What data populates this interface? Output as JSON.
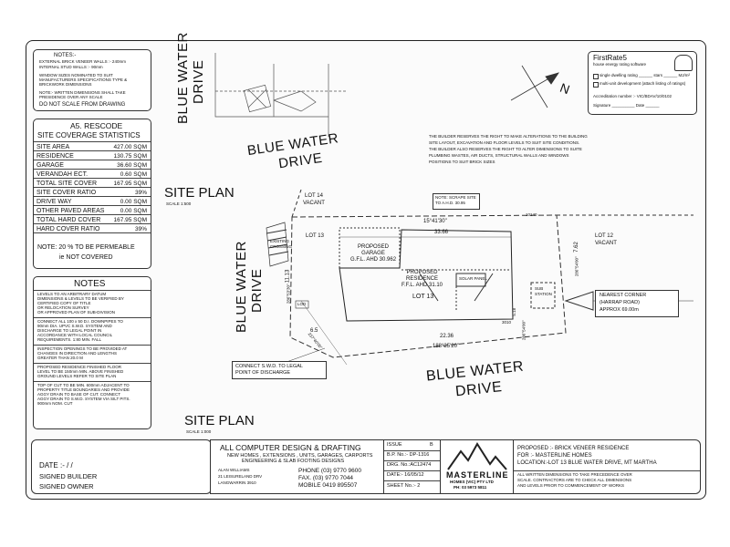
{
  "notes_top": {
    "title": "NOTES:-",
    "lines": [
      "EXTERNAL BRICK VENEER WALLS :- 240mm",
      "INTERNAL STUD WALLS :- 90mm",
      "WINDOW SIZES NOMINATED TO SUIT",
      "MANUFACTURERS SPECIFICATIONS TYPE &",
      "BRICKWORK DIMENSIONS",
      "NOTE:- WRITTEN DIMENSIONS SHALL TAKE",
      "PRESIDENCE OVER ANY SCALE",
      "DO NOT SCALE FROM DRAWING"
    ]
  },
  "rescode": {
    "title1": "A5. RESCODE",
    "title2": "SITE COVERAGE STATISTICS",
    "rows": [
      {
        "label": "SITE AREA",
        "value": "427.00 SQM"
      },
      {
        "label": "RESIDENCE",
        "value": "130.75 SQM"
      },
      {
        "label": "GARAGE",
        "value": "36.60 SQM"
      },
      {
        "label": "VERANDAH ECT.",
        "value": "0.60 SQM"
      },
      {
        "label": "TOTAL SITE COVER",
        "value": "167.95 SQM"
      },
      {
        "label": "SITE COVER RATIO",
        "value": "39%"
      },
      {
        "label": "DRIVE WAY",
        "value": "0.00 SQM"
      },
      {
        "label": "OTHER PAVED AREAS",
        "value": "0.00 SQM"
      },
      {
        "label": "TOTAL HARD COVER",
        "value": "167.95 SQM"
      },
      {
        "label": "HARD COVER RATIO",
        "value": "39%"
      }
    ],
    "note1": "NOTE: 20 % TO BE PERMEABLE",
    "note2": "ie NOT COVERED"
  },
  "notes_main": {
    "title": "NOTES",
    "items": [
      [
        "LEVELS TO AN ARBITRARY DATUM",
        "DIMENSIONS & LEVELS TO BE VERIFIED BY",
        "CERTIFIED COPY OF TITLE",
        "OR RELOCATION SURVEY",
        "OR APPROVED PLAN OF SUB-DIVISION"
      ],
      [
        "CONNECT ALL 100 x 50 D.I. DOWNPIPES TO",
        "90mm DIA. UPVC S.W.D. SYSTEM AND",
        "DISCHARGE TO LEGAL POINT IN",
        "ACCORDANCE WITH LOCAL COUNCIL",
        "REQUIREMENTS. 1:80 MIN. FALL"
      ],
      [
        "INSPECTION OPENINGS TO BE PROVIDED AT",
        "CHANGES IN DIRECTION AND LENGTHS",
        "GREATER THAN 20.0 M"
      ],
      [
        "PROPOSED RESIDENCE FINISHED FLOOR",
        "LEVEL TO BE 150mm MIN. ABOVE FINISHED",
        "GROUND LEVELS REFER TO SITE PLAN"
      ],
      [
        "TOP OF CUT TO BE MIN. 600mm ADJACENT TO",
        "PROPERTY TITLE BOUNDARIES AND PROVIDE",
        "AGGY DRAIN TO BASE OF CUT. CONNECT",
        "AGGY DRAIN TO S.W.D. SYSTEM VIA SILT PITS.",
        "900mm NOM. CUT"
      ]
    ]
  },
  "firstrate": {
    "title": "FirstRate5",
    "subtitle": "house energy rating software",
    "opt1": "single dwelling rating ______ stars ______ MJ/m²",
    "opt2": "multi-unit development (attach listing of ratings)",
    "accred": "Accreditation number :- VIC/BDAV/10/0102",
    "sign": "Signature __________ Date ______"
  },
  "north": {
    "label": "N"
  },
  "builder_note": [
    "THE BUILDER RESERVES THE RIGHT TO MAKE ALTERATIONS TO THE BUILDING",
    "SITE LAYOUT, EXCAVATION AND FLOOR LEVELS TO SUIT SITE CONDITIONS.",
    "THE BUILDER ALSO RESERVES THE RIGHT TO ALTER DIMENSIONS TO SUITE",
    "PLUMBING WASTES, AIR DUCTS, STRUCTURAL WALLS AND WINDOWS",
    "POSITIONS TO SUIT BRICK SIZES"
  ],
  "plan": {
    "street_top_vertical": [
      "BLUE WATER",
      "DRIVE"
    ],
    "street_top_horizontal": [
      "BLUE WATER",
      "DRIVE"
    ],
    "site_plan_1": "SITE PLAN",
    "scale_1": "SCALE 1:500",
    "lot14": [
      "LOT 14",
      "VACANT"
    ],
    "lot13_left": "LOT 13",
    "lot12": [
      "LOT 12",
      "VACANT"
    ],
    "scrape_note": [
      "NOTE: SCRAPE SITE",
      "TO A.H.D. 30.95"
    ],
    "bearing_top": "15°41'30\"",
    "dim_top": "33.66",
    "dim_10140": "10140",
    "bearing_right": "286°54'00\"",
    "dim_right": "7.62",
    "dim_11_13": "11.13",
    "bearing_left": "286°53'30\"",
    "existing_crossing": [
      "EXISTING",
      "CROSSING"
    ],
    "garage": [
      "PROPOSED",
      "GARAGE",
      "G.F.L. AHD 30.962"
    ],
    "residence": [
      "PROPOSED",
      "RESIDENCE",
      "F.F.L. AHD 31.10"
    ],
    "lot13_center": "LOT 13",
    "solar_panel": "SOLAR PANEL",
    "sub_station": [
      "SUB",
      "STATION"
    ],
    "nearest_corner": [
      "NEAREST CORNER",
      "(HARRAP ROAD)",
      "APPROX 69.00m"
    ],
    "dim_bottom": "22.36",
    "bearing_bottom": "188°25'20\"",
    "dim_6_5": "6.5",
    "bearing_diag": "237°40'00\"",
    "dim_3010": "3010",
    "dim_5_18": "5.18",
    "bearing_5_18": "286°54'00\"",
    "connect_swd": [
      "CONNECT S.W.D. TO LEGAL",
      "POINT OF DISCHARGE"
    ],
    "street_left": [
      "BLUE WATER",
      "DRIVE"
    ],
    "street_bottom": [
      "BLUE WATER",
      "DRIVE"
    ],
    "site_plan_2": "SITE PLAN",
    "scale_2": "SCALE 1:000",
    "lod": "LOD"
  },
  "title_block": {
    "date": "DATE :-      /      /",
    "signed_builder": "SIGNED BUILDER",
    "signed_owner": "SIGNED OWNER",
    "company": "ALL COMPUTER DESIGN & DRAFTING",
    "services": [
      "NEW HOMES , EXTENSIONS , UNITS, GARAGES, CARPORTS",
      "ENGINEERING & SLAB FOOTING DESIGNS"
    ],
    "person": [
      "ALAN WILLIAMS",
      "21 LEISURELAND DRV",
      "LANGWARRIN 3910"
    ],
    "phone": "PHONE  (03) 9770 9600",
    "fax": "FAX.     (03) 9770 7044",
    "mobile": "MOBILE  0419 895507",
    "issue": "ISSUE",
    "issue_val": "B",
    "bp": "B.P. No.:-  DP-1316",
    "drg": "DRG. No.:AC12474",
    "date2": "DATE:-      16/05/12",
    "sheet": "SHEET No.:-     2",
    "logo_name": "MASTERLINE",
    "logo_sub": "HOMES (VIC) PTY LTD",
    "logo_ph": "PH: 03 5973 5811",
    "proposed": "PROPOSED :- BRICK VENEER RESIDENCE",
    "for": "FOR :- MASTERLINE HOMES",
    "location": "LOCATION:-LOT 13 BLUE WATER DRIVE, MT MARTHA",
    "disclaimer": [
      "ALL WRITTEN DIMENSIONS TO TAKE PRECEDENCE OVER",
      "SCALE. CONTRACTORS ARE TO CHECK ALL DIMENSIONS",
      "AND LEVELS PRIOR TO COMMENCEMENT OF WORKS"
    ]
  }
}
